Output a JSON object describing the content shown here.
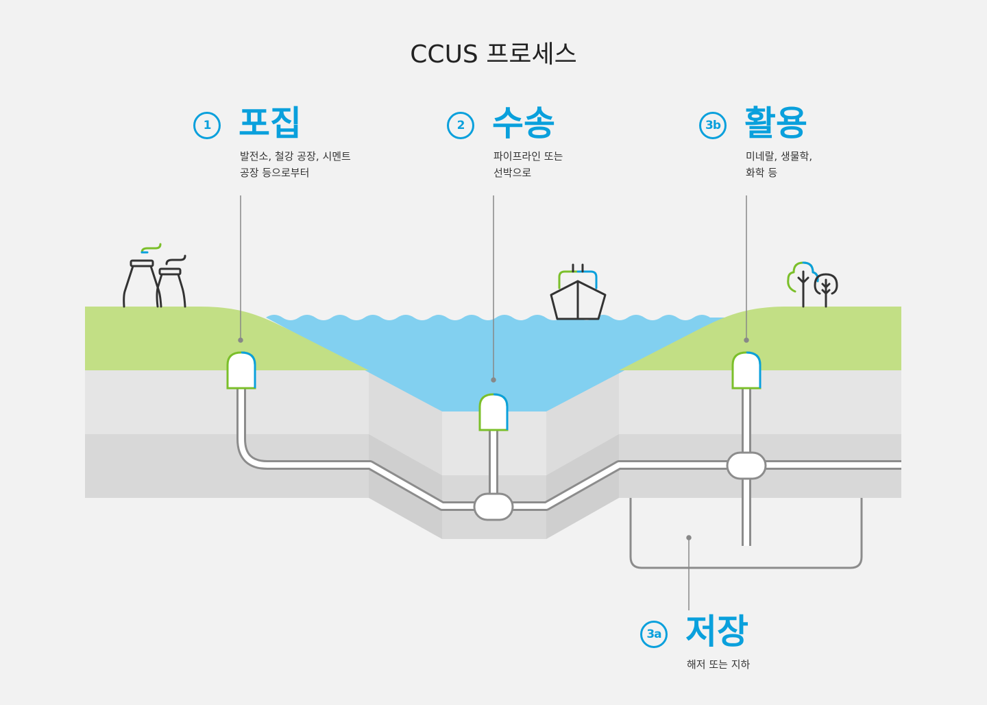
{
  "title": "CCUS 프로세스",
  "steps": [
    {
      "id": "capture",
      "number": "1",
      "heading": "포집",
      "desc_lines": [
        "발전소, 철강 공장, 시멘트",
        "공장 등으로부터"
      ]
    },
    {
      "id": "transport",
      "number": "2",
      "heading": "수송",
      "desc_lines": [
        "파이프라인 또는",
        "선박으로"
      ]
    },
    {
      "id": "utilization",
      "number": "3b",
      "heading": "활용",
      "desc_lines": [
        "미네랄, 생물학,",
        "화학 등"
      ]
    },
    {
      "id": "storage",
      "number": "3a",
      "heading": "저장",
      "desc_lines": [
        "해저 또는 지하"
      ]
    }
  ],
  "icons": {
    "factory": "factory-icon",
    "ship": "ship-icon",
    "trees": "trees-icon",
    "capsule": "capture-unit-icon"
  },
  "colors": {
    "accent": "#0aa0dc",
    "land": "#c2df85",
    "water": "#82d0f0",
    "ground_light": "#e5e5e5",
    "ground_mid": "#d8d8d8",
    "green_stroke": "#7bbf2a",
    "pipe": "#8c8c8c"
  }
}
